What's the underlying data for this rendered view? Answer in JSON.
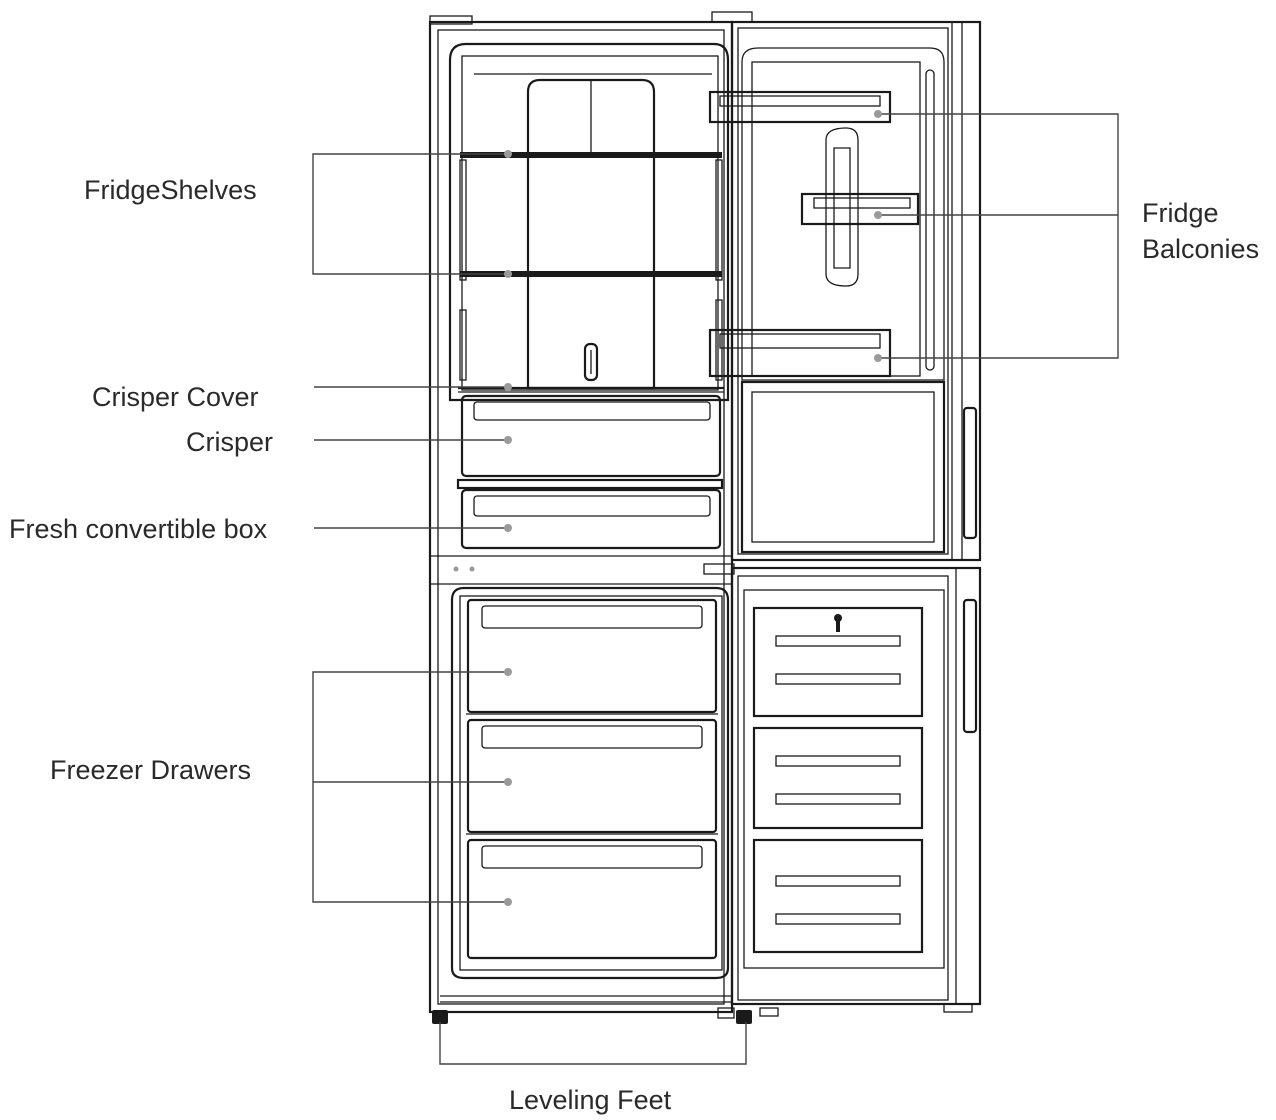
{
  "labels": {
    "fridge_shelves": "FridgeShelves",
    "fridge_balconies_line1": "Fridge",
    "fridge_balconies_line2": "Balconies",
    "crisper_cover": "Crisper Cover",
    "crisper": "Crisper",
    "fresh_convertible_box": "Fresh convertible box",
    "freezer_drawers": "Freezer Drawers",
    "leveling_feet": "Leveling Feet"
  },
  "colors": {
    "line": "#1a1a1a",
    "leader": "#444444",
    "marker": "#9a9a9a",
    "text": "#2a2a2a"
  }
}
